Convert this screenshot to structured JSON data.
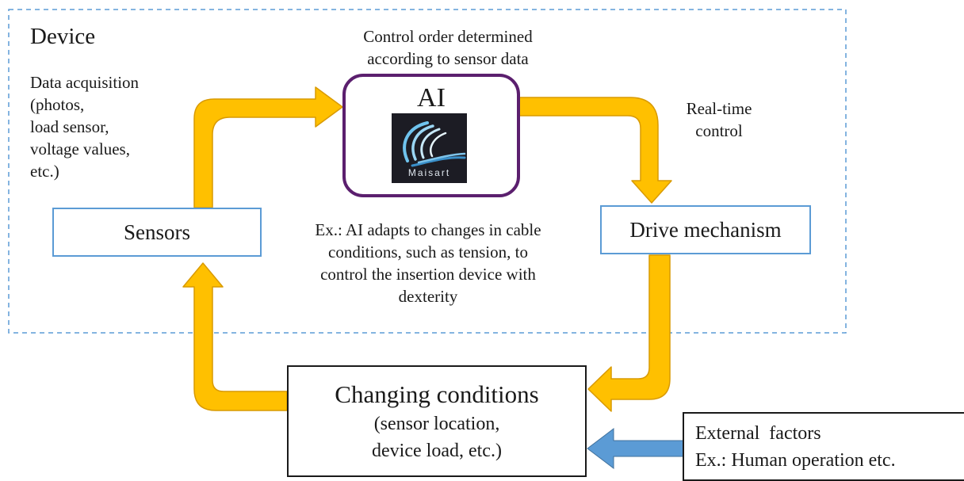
{
  "device_title": "Device",
  "control_order": [
    "Control order determined",
    "according to sensor data"
  ],
  "ai": {
    "title": "AI",
    "logo_text": "Maisart",
    "logo_icon": "maisart-logo"
  },
  "real_time": [
    "Real-time",
    "control"
  ],
  "data_acquisition": [
    "Data acquisition",
    "(photos,",
    "load sensor,",
    "voltage values,",
    "etc.)"
  ],
  "sensors": "Sensors",
  "drive_mechanism": "Drive mechanism",
  "example": [
    "Ex.: AI adapts to changes in cable",
    "conditions, such as tension, to",
    "control the insertion device with",
    "dexterity"
  ],
  "changing_conditions": {
    "title": "Changing conditions",
    "lines": [
      "(sensor location,",
      "device load, etc.)"
    ]
  },
  "external_factors": [
    "External  factors",
    "Ex.: Human operation etc."
  ],
  "colors": {
    "arrow": "#ffc000",
    "arrow_stroke": "#d99a00",
    "blue_arrow": "#5b9bd5",
    "device_border": "#5b9bd5",
    "ai_border": "#5b1f6e"
  }
}
